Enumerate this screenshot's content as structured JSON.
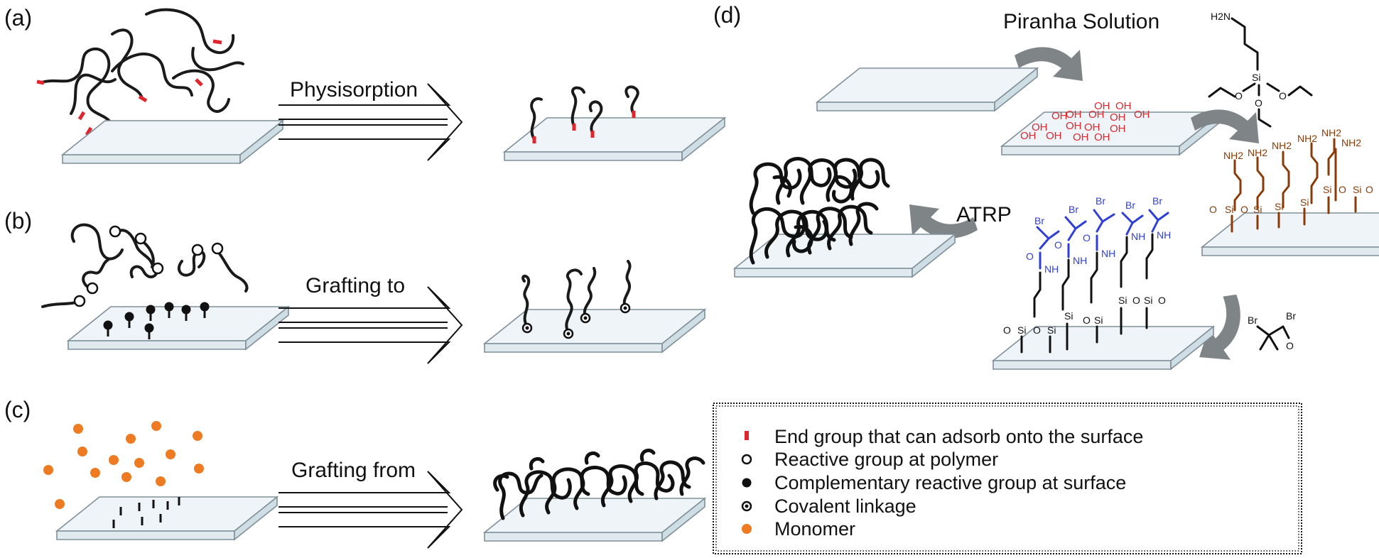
{
  "panels": {
    "a": {
      "label": "(a)",
      "arrow_label": "Physisorption"
    },
    "b": {
      "label": "(b)",
      "arrow_label": "Grafting to"
    },
    "c": {
      "label": "(c)",
      "arrow_label": "Grafting from"
    },
    "d": {
      "label": "(d)",
      "piranha": "Piranha Solution",
      "atrp": "ATRP",
      "oh": "OH",
      "nh2": "NH2",
      "si": "Si",
      "o": "O",
      "nh": "NH",
      "br": "Br",
      "h2n": "H2N"
    }
  },
  "legend": {
    "items": [
      {
        "symbol": "red-endgroup",
        "text": "End group that can adsorb onto the surface"
      },
      {
        "symbol": "open-circle",
        "text": "Reactive group at polymer"
      },
      {
        "symbol": "filled-circle",
        "text": "Complementary  reactive group at surface"
      },
      {
        "symbol": "dotted-circle",
        "text": "Covalent linkage"
      },
      {
        "symbol": "orange-circle",
        "text": "Monomer"
      }
    ]
  },
  "colors": {
    "end_group": "#e0262d",
    "monomer": "#ee7a21",
    "amine_silane": "#8a3a06",
    "initiator": "#2f3fd6",
    "process_arrow": "#7f8486"
  }
}
